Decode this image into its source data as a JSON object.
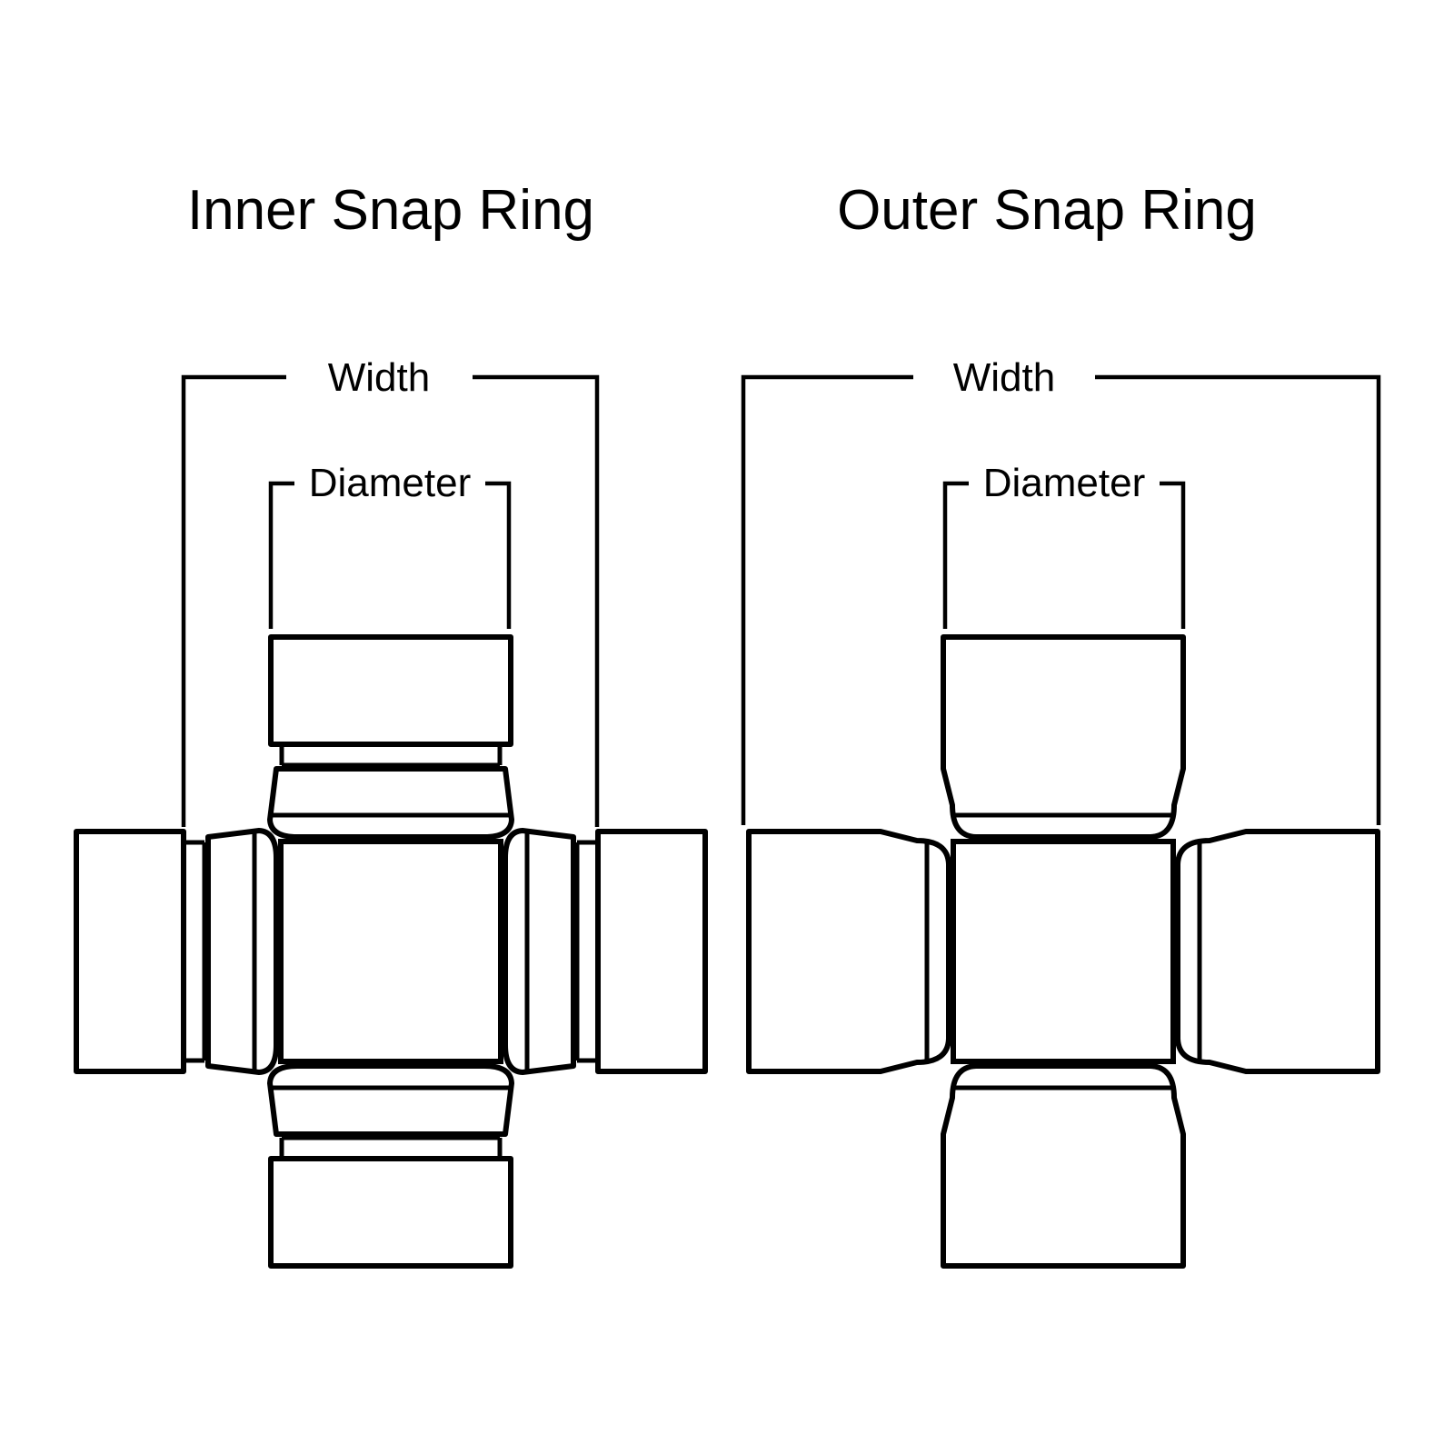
{
  "canvas": {
    "background_color": "#ffffff",
    "line_color": "#000000"
  },
  "inner": {
    "title": "Inner Snap Ring",
    "width_label": "Width",
    "diameter_label": "Diameter"
  },
  "outer": {
    "title": "Outer Snap Ring",
    "width_label": "Width",
    "diameter_label": "Diameter"
  }
}
